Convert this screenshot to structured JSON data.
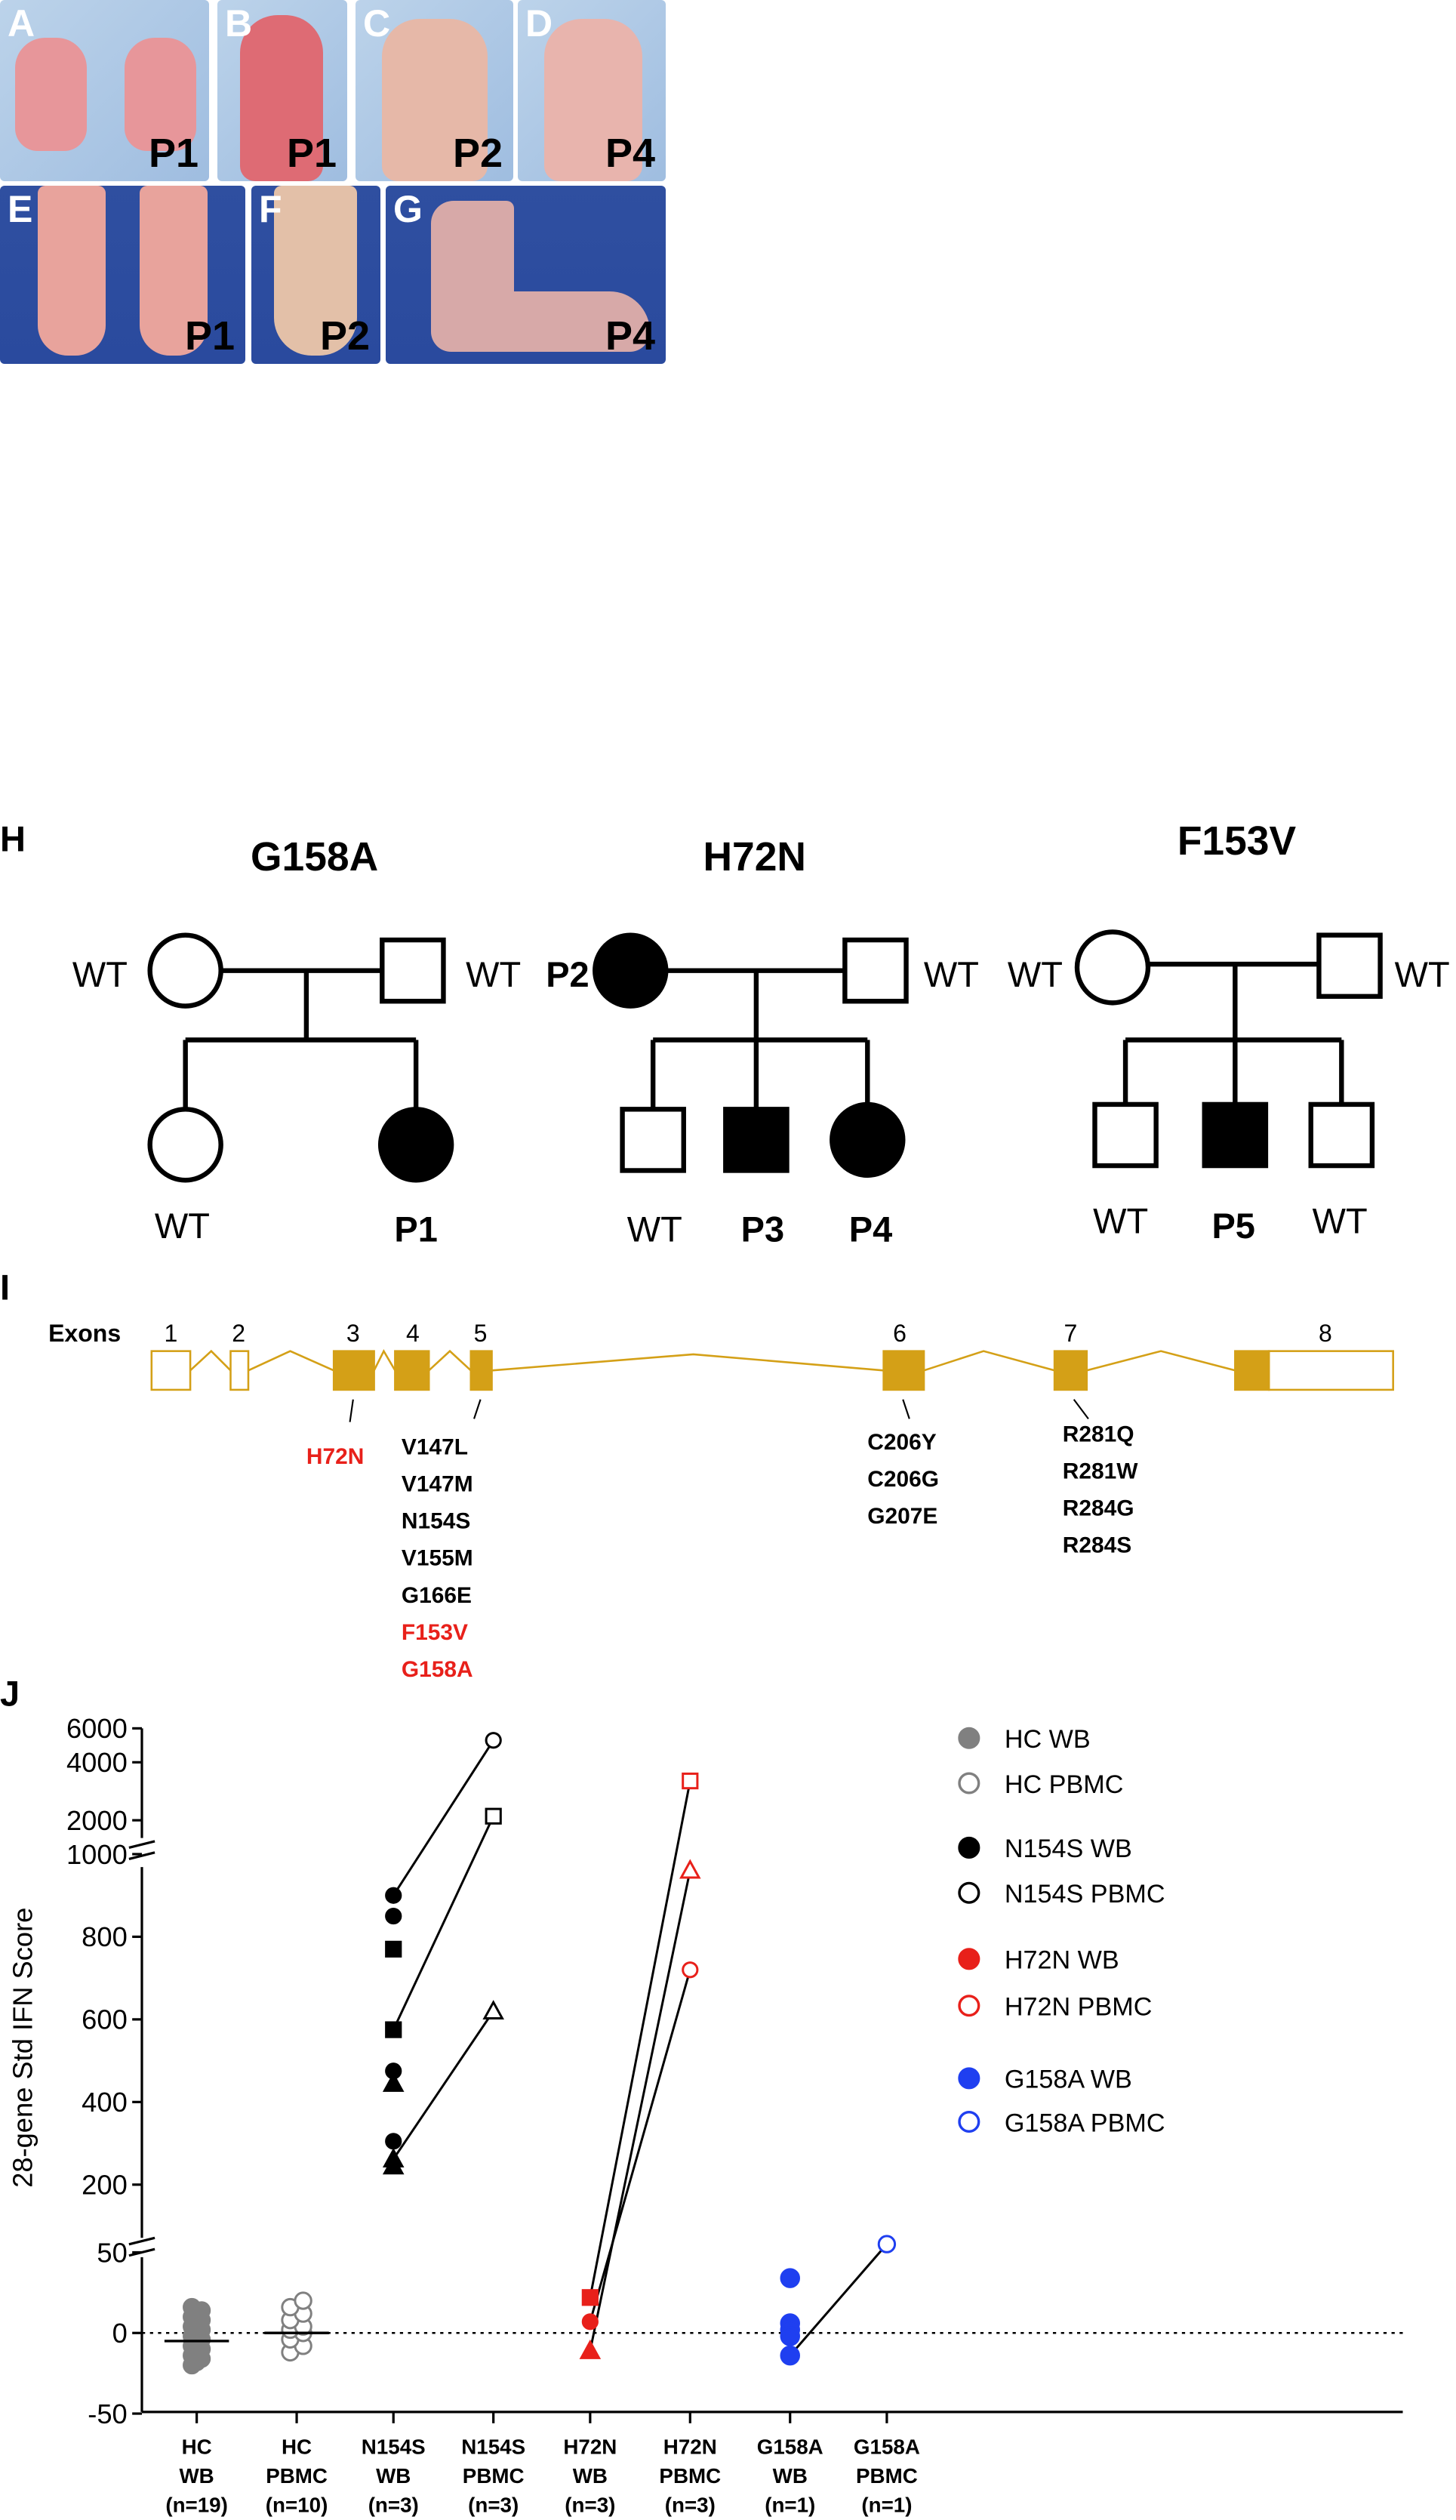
{
  "photos": [
    {
      "letter": "A",
      "patient": "P1"
    },
    {
      "letter": "B",
      "patient": "P1"
    },
    {
      "letter": "C",
      "patient": "P2"
    },
    {
      "letter": "D",
      "patient": "P4"
    },
    {
      "letter": "E",
      "patient": "P1"
    },
    {
      "letter": "F",
      "patient": "P2"
    },
    {
      "letter": "G",
      "patient": "P4"
    }
  ],
  "pedigree": {
    "letter": "H",
    "families": [
      {
        "title": "G158A",
        "mother_label": "WT",
        "father_label": "WT",
        "children": [
          "WT",
          "P1"
        ]
      },
      {
        "title": "H72N",
        "mother_label": "P2",
        "father_label": "WT",
        "children": [
          "WT",
          "P3",
          "P4"
        ]
      },
      {
        "title": "F153V",
        "mother_label": "WT",
        "father_label": "WT",
        "children": [
          "WT",
          "P5",
          "WT"
        ]
      }
    ]
  },
  "gene": {
    "letter": "I",
    "exons_label": "Exons",
    "exon_numbers": [
      "1",
      "2",
      "3",
      "4",
      "5",
      "6",
      "7",
      "8"
    ],
    "exon3_mutations": [
      "H72N"
    ],
    "exon5_mutations": [
      "V147L",
      "V147M",
      "N154S",
      "V155M",
      "G166E"
    ],
    "exon5_mutations_red": [
      "F153V",
      "G158A"
    ],
    "exon6_mutations": [
      "C206Y",
      "C206G",
      "G207E"
    ],
    "exon7_mutations": [
      "R281Q",
      "R281W",
      "R284G",
      "R284S"
    ],
    "colors": {
      "exon": "#d4a017",
      "highlight": "#e8201a"
    }
  },
  "chart_data": {
    "type": "scatter",
    "letter": "J",
    "ylabel": "28-gene Std IFN Score",
    "y_ticks_low": [
      "-50",
      "0",
      "50"
    ],
    "y_ticks_mid": [
      "200",
      "400",
      "600",
      "800",
      "1000"
    ],
    "y_ticks_high": [
      "2000",
      "4000",
      "6000"
    ],
    "categories": [
      {
        "name": "HC",
        "sample": "WB",
        "n": "(n=19)"
      },
      {
        "name": "HC",
        "sample": "PBMC",
        "n": "(n=10)"
      },
      {
        "name": "N154S",
        "sample": "WB",
        "n": "(n=3)"
      },
      {
        "name": "N154S",
        "sample": "PBMC",
        "n": "(n=3)"
      },
      {
        "name": "H72N",
        "sample": "WB",
        "n": "(n=3)"
      },
      {
        "name": "H72N",
        "sample": "PBMC",
        "n": "(n=3)"
      },
      {
        "name": "G158A",
        "sample": "WB",
        "n": "(n=1)"
      },
      {
        "name": "G158A",
        "sample": "PBMC",
        "n": "(n=1)"
      }
    ],
    "legend": [
      {
        "label": "HC WB",
        "color": "#808080",
        "filled": true
      },
      {
        "label": "HC PBMC",
        "color": "#808080",
        "filled": false
      },
      {
        "label": "N154S WB",
        "color": "#000000",
        "filled": true
      },
      {
        "label": "N154S PBMC",
        "color": "#000000",
        "filled": false
      },
      {
        "label": "H72N WB",
        "color": "#e8201a",
        "filled": true
      },
      {
        "label": "H72N PBMC",
        "color": "#e8201a",
        "filled": false
      },
      {
        "label": "G158A WB",
        "color": "#1f3ff0",
        "filled": true
      },
      {
        "label": "G158A PBMC",
        "color": "#1f3ff0",
        "filled": false
      }
    ],
    "hc_wb_values": [
      -20,
      -18,
      -16,
      -14,
      -12,
      -10,
      -8,
      -6,
      -4,
      -2,
      0,
      2,
      4,
      6,
      8,
      10,
      12,
      14,
      16
    ],
    "hc_wb_median": -5,
    "hc_pbmc_values": [
      -12,
      -8,
      -4,
      0,
      2,
      4,
      8,
      12,
      16,
      20
    ],
    "hc_pbmc_median": 0,
    "n154s_wb": [
      {
        "v": 900,
        "m": "circle"
      },
      {
        "v": 850,
        "m": "circle"
      },
      {
        "v": 770,
        "m": "square"
      },
      {
        "v": 575,
        "m": "square"
      },
      {
        "v": 475,
        "m": "circle"
      },
      {
        "v": 445,
        "m": "triangle"
      },
      {
        "v": 305,
        "m": "circle"
      },
      {
        "v": 262,
        "m": "triangle"
      },
      {
        "v": 245,
        "m": "triangle"
      }
    ],
    "n154s_pbmc": [
      {
        "v": 5200,
        "m": "circle"
      },
      {
        "v": 2100,
        "m": "square"
      },
      {
        "v": 620,
        "m": "triangle"
      }
    ],
    "n154s_lines": [
      [
        900,
        5200
      ],
      [
        575,
        2100
      ],
      [
        262,
        620
      ]
    ],
    "h72n_wb": [
      {
        "v": 22,
        "m": "square"
      },
      {
        "v": 7,
        "m": "circle"
      },
      {
        "v": -11,
        "m": "triangle"
      }
    ],
    "h72n_pbmc": [
      {
        "v": 3200,
        "m": "square"
      },
      {
        "v": 1100,
        "m": "triangle"
      },
      {
        "v": 720,
        "m": "circle"
      }
    ],
    "h72n_lines": [
      [
        22,
        3200
      ],
      [
        -11,
        1100
      ],
      [
        7,
        720
      ]
    ],
    "g158a_wb": [
      34,
      6,
      2,
      -2,
      -14
    ],
    "g158a_pbmc": [
      56
    ],
    "g158a_lines": [
      [
        -14,
        56
      ]
    ]
  }
}
